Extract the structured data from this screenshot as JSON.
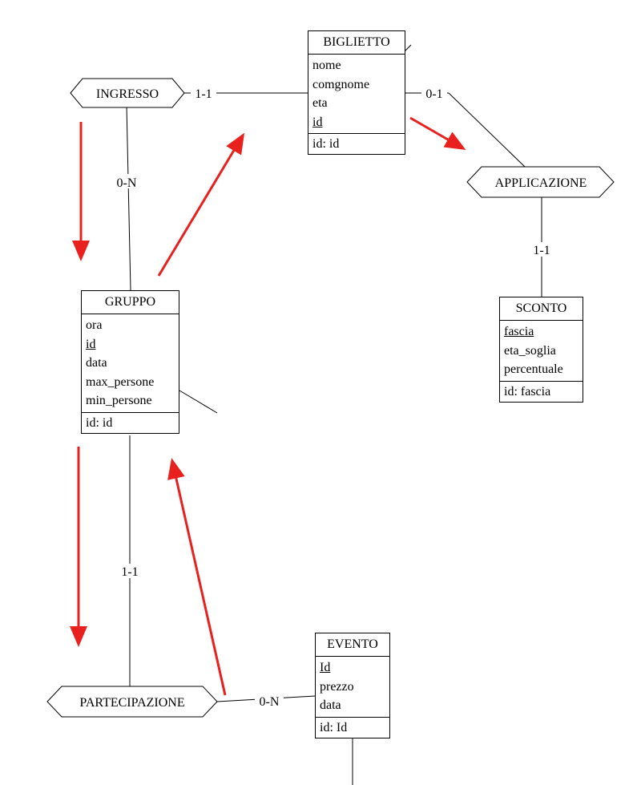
{
  "entities": {
    "biglietto": {
      "name": "BIGLIETTO",
      "attributes": [
        {
          "text": "nome",
          "pk": false
        },
        {
          "text": "comgnome",
          "pk": false
        },
        {
          "text": "eta",
          "pk": false
        },
        {
          "text": "id",
          "pk": true
        }
      ],
      "identifier": "id: id"
    },
    "gruppo": {
      "name": "GRUPPO",
      "attributes": [
        {
          "text": "ora",
          "pk": false
        },
        {
          "text": "id",
          "pk": true
        },
        {
          "text": "data",
          "pk": false
        },
        {
          "text": "max_persone",
          "pk": false
        },
        {
          "text": "min_persone",
          "pk": false
        }
      ],
      "identifier": "id: id"
    },
    "sconto": {
      "name": "SCONTO",
      "attributes": [
        {
          "text": "fascia",
          "pk": true
        },
        {
          "text": "eta_soglia",
          "pk": false
        },
        {
          "text": "percentuale",
          "pk": false
        }
      ],
      "identifier": "id: fascia"
    },
    "evento": {
      "name": "EVENTO",
      "attributes": [
        {
          "text": "Id",
          "pk": true
        },
        {
          "text": "prezzo",
          "pk": false
        },
        {
          "text": "data",
          "pk": false
        }
      ],
      "identifier": "id: Id"
    }
  },
  "relationships": {
    "ingresso": "INGRESSO",
    "applicazione": "APPLICAZIONE",
    "partecipazione": "PARTECIPAZIONE"
  },
  "cardinalities": {
    "ingresso_biglietto": "1-1",
    "ingresso_gruppo": "0-N",
    "biglietto_applicazione": "0-1",
    "applicazione_sconto": "1-1",
    "gruppo_partecipazione": "1-1",
    "partecipazione_evento": "0-N"
  },
  "colors": {
    "arrow": "#e8201e",
    "line": "#000000"
  }
}
